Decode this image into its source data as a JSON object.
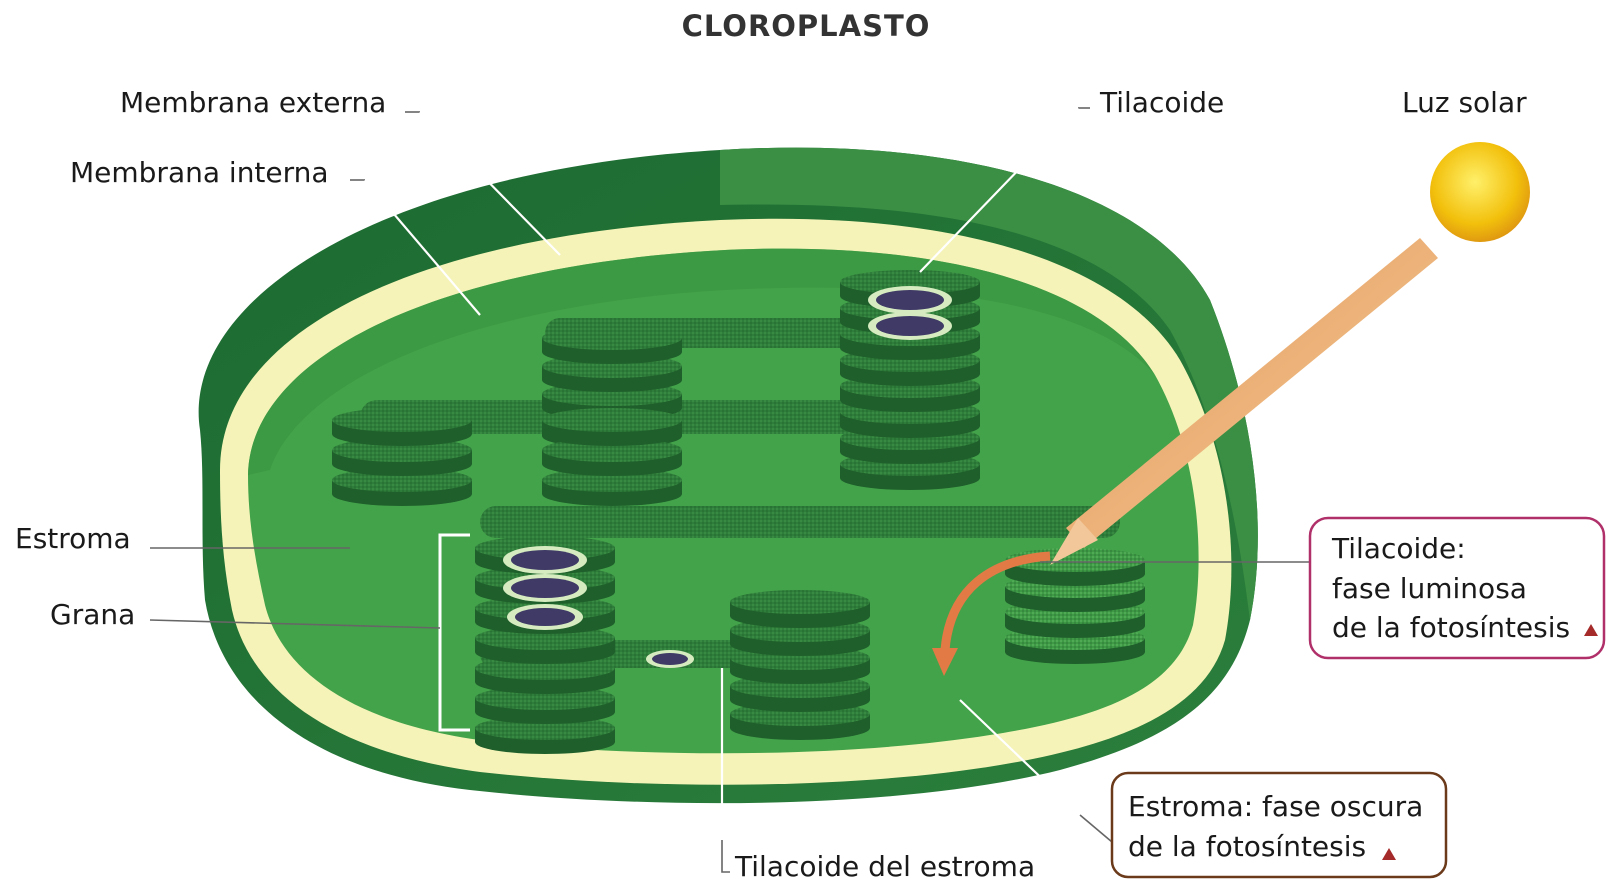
{
  "title": "CLOROPLASTO",
  "labels": {
    "membrana_externa": "Membrana externa",
    "membrana_interna": "Membrana interna",
    "tilacoide": "Tilacoide",
    "luz_solar": "Luz solar",
    "estroma": "Estroma",
    "grana": "Grana",
    "tilacoide_estroma": "Tilacoide del estroma"
  },
  "callouts": {
    "fase_luminosa": {
      "line1": "Tilacoide:",
      "line2": "fase luminosa",
      "line3": "de la fotosíntesis",
      "border_color": "#b0306a",
      "icon": "triangle-up-icon"
    },
    "fase_oscura": {
      "line1": "Estroma: fase oscura",
      "line2": "de la fotosíntesis",
      "border_color": "#6b3a1a",
      "icon": "triangle-up-icon"
    }
  },
  "colors": {
    "outer_membrane": "#1f6e34",
    "inner_membrane": "#f5f3b8",
    "stroma": "#43a34a",
    "thylakoid": "#2f7d3a",
    "lumen": "#3f3a66",
    "sun": "#f5c20a",
    "arrow": "#e8a25a"
  }
}
